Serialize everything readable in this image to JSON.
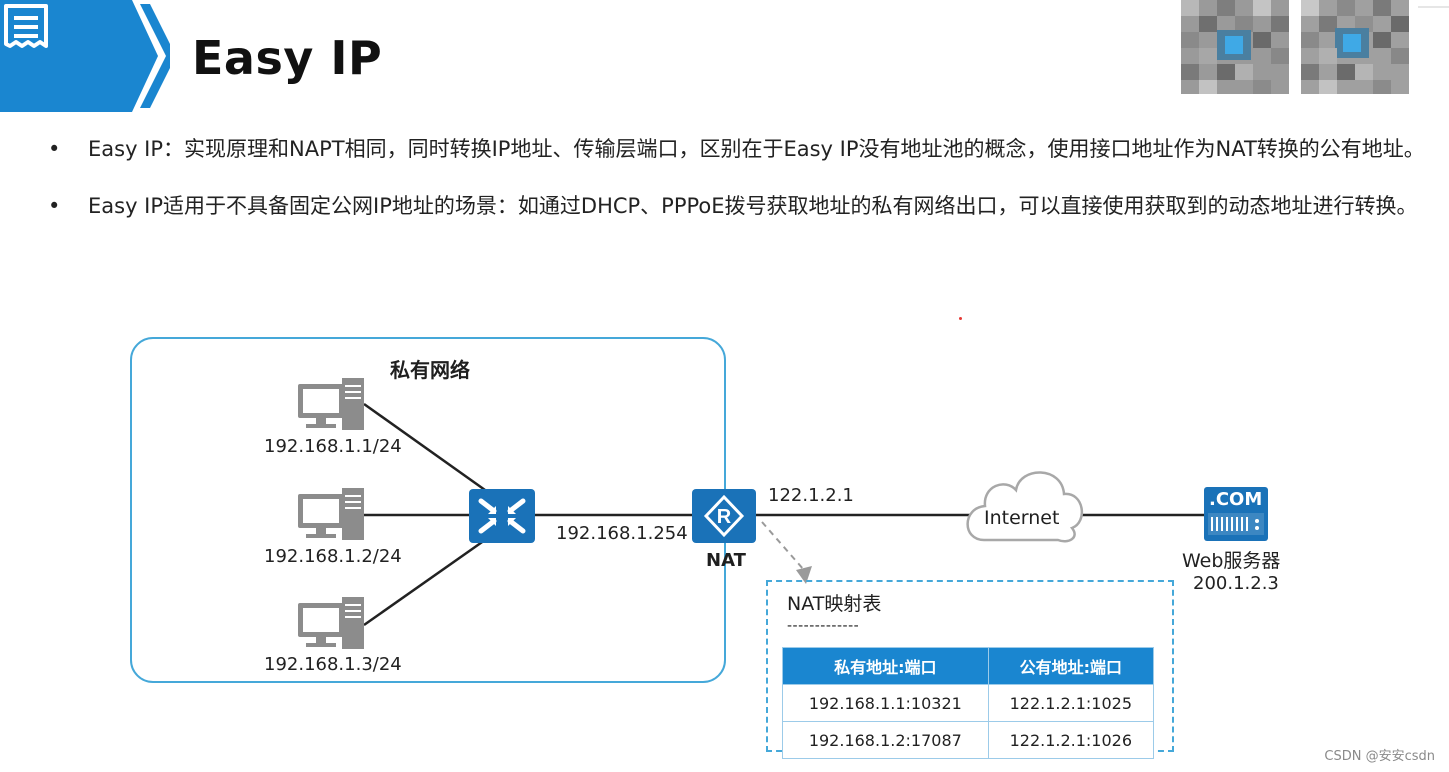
{
  "header": {
    "title": "Easy IP",
    "brand_color": "#1a86d0"
  },
  "bullets": [
    {
      "text": "Easy IP：实现原理和NAPT相同，同时转换IP地址、传输层端口，区别在于Easy IP没有地址池的概念，使用接口地址作为NAT转换的公有地址。"
    },
    {
      "text": "Easy  IP适用于不具备固定公网IP地址的场景：如通过DHCP、PPPoE拨号获取地址的私有网络出口，可以直接使用获取到的动态地址进行转换。"
    }
  ],
  "diagram": {
    "private_network_label": "私有网络",
    "hosts": [
      {
        "ip": "192.168.1.1/24",
        "icon": "computer-icon"
      },
      {
        "ip": "192.168.1.2/24",
        "icon": "computer-icon"
      },
      {
        "ip": "192.168.1.3/24",
        "icon": "computer-icon"
      }
    ],
    "switch_icon": "switch-icon",
    "router": {
      "label": "NAT",
      "inside_ip": "192.168.1.254",
      "outside_ip": "122.1.2.1",
      "icon": "router-icon"
    },
    "cloud": {
      "label": "Internet",
      "icon": "cloud-icon"
    },
    "server": {
      "badge": ".COM",
      "label": "Web服务器",
      "ip": "200.1.2.3",
      "icon": "web-server-icon"
    },
    "nat_table": {
      "title": "NAT映射表",
      "separator": "-------------",
      "headers": [
        "私有地址:端口",
        "公有地址:端口"
      ],
      "rows": [
        [
          "192.168.1.1:10321",
          "122.1.2.1:1025"
        ],
        [
          "192.168.1.2:17087",
          "122.1.2.1:1026"
        ]
      ]
    }
  },
  "watermark": "CSDN @安安csdn"
}
